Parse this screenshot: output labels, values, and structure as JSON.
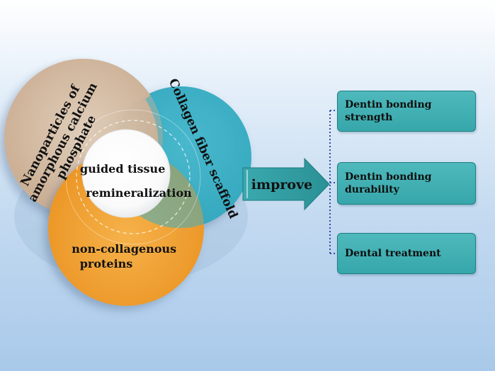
{
  "diagram": {
    "circles": {
      "nanoparticles": {
        "lines": [
          "Nanoparticles of",
          "amorphous calcium",
          "phosphate"
        ],
        "color": "#d3b9a0"
      },
      "collagen": {
        "label": "Collagen fiber scaffold",
        "color": "#3aaec4"
      },
      "proteins": {
        "lines": [
          "non-collagenous",
          "proteins"
        ],
        "color": "#f0a030"
      },
      "center": {
        "lines": [
          "guided tissue",
          "remineralization"
        ],
        "color": "#ffffff"
      }
    },
    "arrow": {
      "label": "improve",
      "color": "#2f9a9f"
    },
    "outcomes": [
      {
        "lines": [
          "Dentin bonding strength"
        ]
      },
      {
        "lines": [
          "Dentin bonding",
          "durability"
        ]
      },
      {
        "lines": [
          "Dental treatment"
        ]
      }
    ],
    "connector_color": "#2d4fa0"
  }
}
